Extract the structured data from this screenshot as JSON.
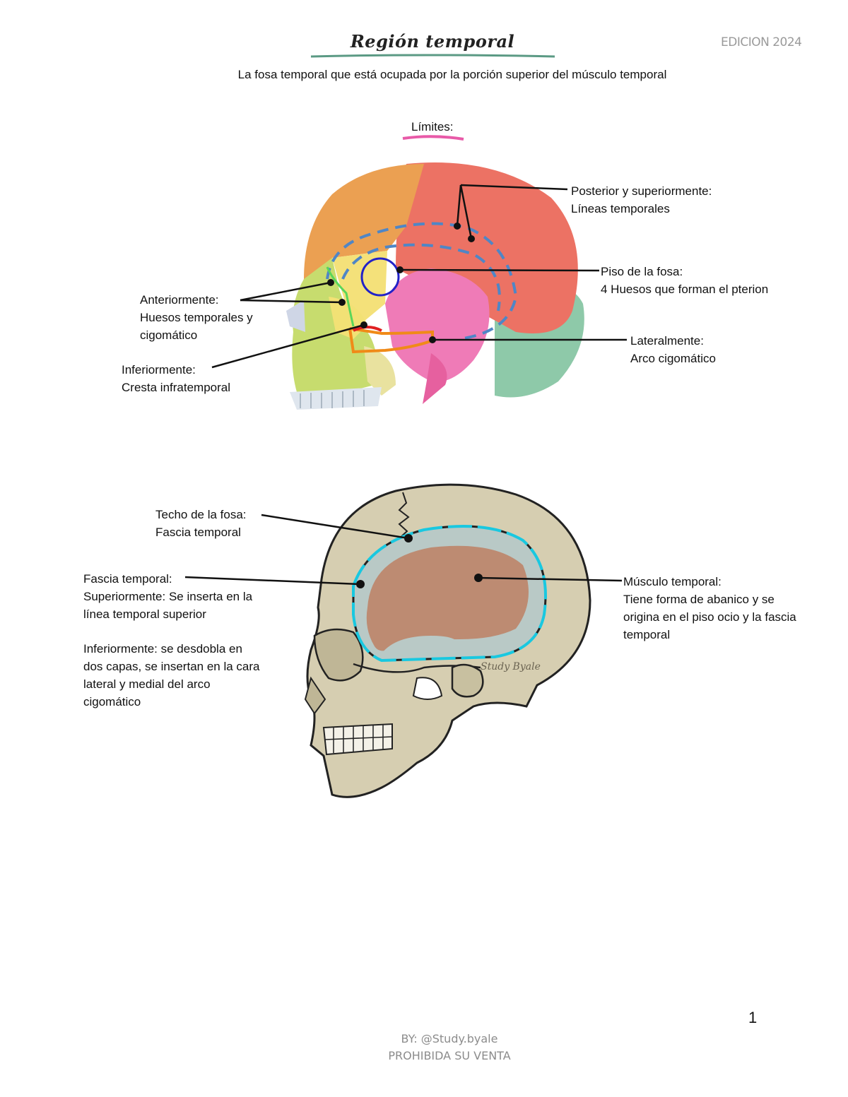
{
  "header": {
    "title": "Región temporal",
    "edition": "EDICION 2024",
    "subtitle": "La fosa temporal que está ocupada por la porción superior del músculo temporal",
    "limites": "Límites:"
  },
  "figure1": {
    "labels": {
      "posterior": {
        "line1": "Posterior y superiormente:",
        "line2": "Líneas temporales"
      },
      "piso": {
        "line1": "Piso de la fosa:",
        "line2": "4 Huesos que forman el pterion"
      },
      "anterior": {
        "line1": "Anteriormente:",
        "line2": "Huesos temporales y",
        "line3": "cigomático"
      },
      "lateral": {
        "line1": "Lateralmente:",
        "line2": "Arco cigomático"
      },
      "inferior": {
        "line1": "Inferiormente:",
        "line2": "Cresta infratemporal"
      }
    }
  },
  "figure2": {
    "labels": {
      "techo": {
        "line1": "Techo de la fosa:",
        "line2": "Fascia temporal"
      },
      "fascia": {
        "line1": "Fascia temporal:",
        "line2": "Superiormente: Se inserta en la",
        "line3": "línea temporal superior",
        "line4": "Inferiormente:  se desdobla en",
        "line5": "dos capas, se insertan en la cara",
        "line6": "lateral y medial del arco",
        "line7": "cigomático"
      },
      "musculo": {
        "line1": "Músculo temporal:",
        "line2": "Tiene forma de abanico y se",
        "line3": "origina en el piso ocio y la fascia",
        "line4": "temporal"
      }
    },
    "watermark": "Study Byale"
  },
  "footer": {
    "page_number": "1",
    "by": "BY: @Study.byale",
    "notice": "PROHIBIDA SU VENTA"
  }
}
